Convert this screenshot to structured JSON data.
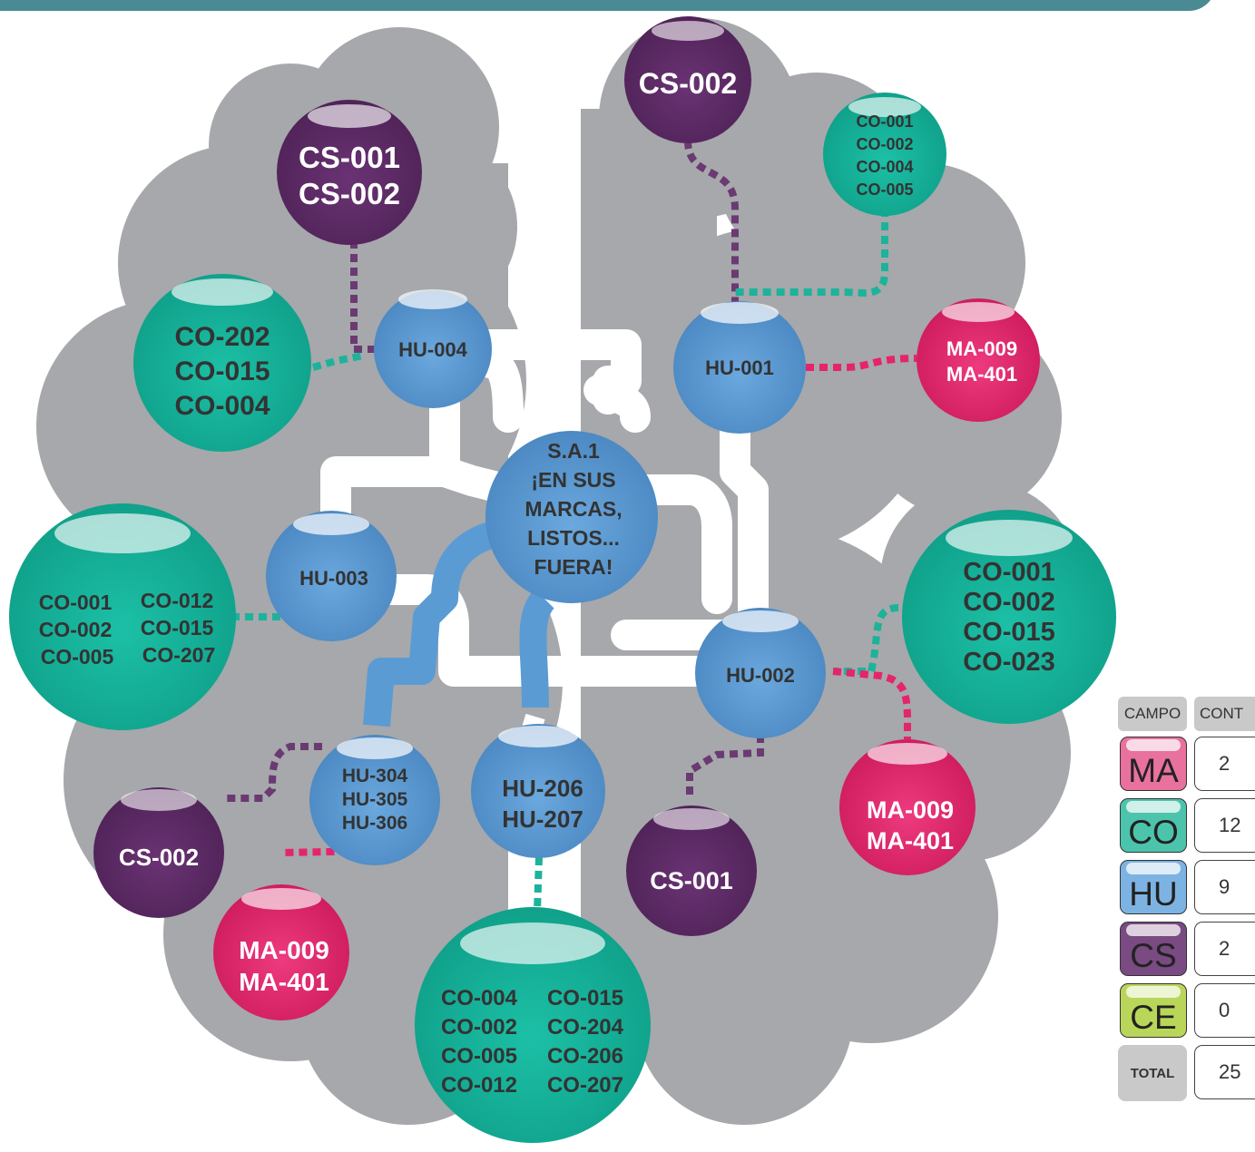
{
  "colors": {
    "MA": "#e4246c",
    "CO": "#14b49c",
    "HU": "#5b9bd3",
    "CS": "#5e2c66",
    "CE": "#a8cc3c",
    "brain": "#a6a8ab",
    "header": "#4a8a94"
  },
  "nodes": {
    "center": {
      "lines": [
        "S.A.1",
        "¡EN SUS",
        "MARCAS,",
        "LISTOS...",
        "FUERA!"
      ],
      "category": "HU"
    },
    "hu004": {
      "lines": [
        "HU-004"
      ],
      "category": "HU"
    },
    "hu001": {
      "lines": [
        "HU-001"
      ],
      "category": "HU"
    },
    "hu003": {
      "lines": [
        "HU-003"
      ],
      "category": "HU"
    },
    "hu002": {
      "lines": [
        "HU-002"
      ],
      "category": "HU"
    },
    "hu304": {
      "lines": [
        "HU-304",
        "HU-305",
        "HU-306"
      ],
      "category": "HU"
    },
    "hu206": {
      "lines": [
        "HU-206",
        "HU-207"
      ],
      "category": "HU"
    },
    "cs_top_left": {
      "lines": [
        "CS-001",
        "CS-002"
      ],
      "category": "CS"
    },
    "cs_top_right": {
      "lines": [
        "CS-002"
      ],
      "category": "CS"
    },
    "cs_bottom_left": {
      "lines": [
        "CS-002"
      ],
      "category": "CS"
    },
    "cs_bottom_mid": {
      "lines": [
        "CS-001"
      ],
      "category": "CS"
    },
    "co_top_right": {
      "lines": [
        "CO-001",
        "CO-002",
        "CO-004",
        "CO-005"
      ],
      "category": "CO"
    },
    "co_left_upper": {
      "lines": [
        "CO-202",
        "CO-015",
        "CO-004"
      ],
      "category": "CO"
    },
    "co_left": {
      "lines": [
        "CO-001",
        "CO-002",
        "CO-005",
        "CO-012",
        "CO-015",
        "CO-207"
      ],
      "category": "CO"
    },
    "co_right": {
      "lines": [
        "CO-001",
        "CO-002",
        "CO-015",
        "CO-023"
      ],
      "category": "CO"
    },
    "co_bottom": {
      "lines": [
        "CO-004",
        "CO-002",
        "CO-005",
        "CO-012",
        "CO-015",
        "CO-204",
        "CO-206",
        "CO-207"
      ],
      "category": "CO"
    },
    "ma_right_upper": {
      "lines": [
        "MA-009",
        "MA-401"
      ],
      "category": "MA"
    },
    "ma_right_lower": {
      "lines": [
        "MA-009",
        "MA-401"
      ],
      "category": "MA"
    },
    "ma_bottom_left": {
      "lines": [
        "MA-009",
        "MA-401"
      ],
      "category": "MA"
    }
  },
  "legend": {
    "header_campo": "CAMPO",
    "header_count": "CONT",
    "rows": [
      {
        "code": "MA",
        "count": "2"
      },
      {
        "code": "CO",
        "count": "12"
      },
      {
        "code": "HU",
        "count": "9"
      },
      {
        "code": "CS",
        "count": "2"
      },
      {
        "code": "CE",
        "count": "0"
      }
    ],
    "total_label": "TOTAL",
    "total_value": "25"
  }
}
